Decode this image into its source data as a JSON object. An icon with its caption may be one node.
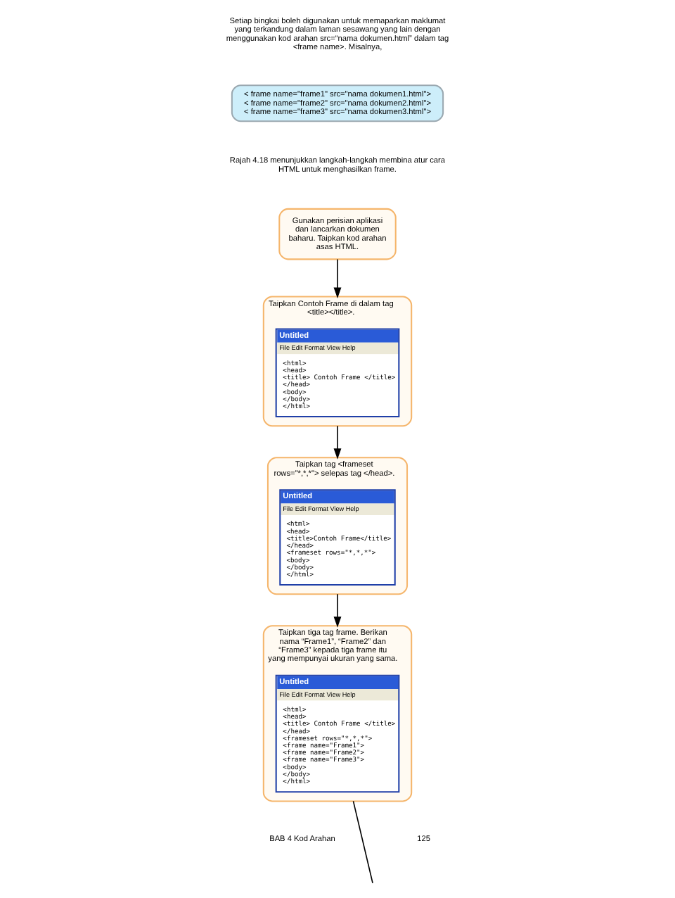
{
  "diagram": {
    "nodes": [
      {
        "text": [
          "< frame name=\"frame1\" src=\"nama dokumen1.html\">",
          "< frame name=\"frame2\" src=\"nama dokumen2.html\">",
          "< frame name=\"frame3\" src=\"nama dokumen3.html\">"
        ]
      },
      {
        "text": [
          "Gunakan perisian aplikasi dan lancarkan dokumen baharu. Taipkan kod arahan asas HTML."
        ]
      },
      {
        "text": [
          "Taipkan Contoh Frame di dalam tag <title></title>."
        ]
      },
      {
        "text": [
          "Untitled",
          "File Edit Format View Help",
          "<html>",
          "<head>",
          "<title> Contoh Frame </title>",
          "</head>",
          "<body>",
          "</body>",
          "</html>"
        ],
        "in": 2
      },
      {
        "text": [
          "Taipkan tag <frameset rows=\"*,*,*\"> selepas tag </head>."
        ]
      },
      {
        "text": [
          "Untitled",
          "File Edit Format View Help",
          "<html>",
          "<head>",
          "<title>Contoh Frame</title>",
          "</head>",
          "<frameset rows=\"*,*,*\">",
          "<body>",
          "</body>",
          "</html>"
        ],
        "in": 4
      },
      {
        "text": [
          "Taipkan tiga tag frame. Berikan nama “Frame1”, “Frame2” dan “Frame3” kepada tiga frame itu yang mempunyai ukuran yang sama."
        ]
      },
      {
        "text": [
          "Untitled",
          "File Edit Format View Help",
          "<html>",
          "<head>",
          "<title> Contoh Frame </title>",
          "</head>",
          "<frameset rows=\"*,*,*\">",
          "<frame name=\"Frame1\">",
          "<frame name=\"Frame2\">",
          "<frame name=\"Frame3\">",
          "<body>",
          "</body>",
          "</html>"
        ],
        "in": 6
      }
    ],
    "edges": [
      {
        "from": 1,
        "to": 2,
        "arrow": "to"
      },
      {
        "from": 2,
        "to": 4,
        "arrow": "to"
      },
      {
        "from": 4,
        "to": 6,
        "arrow": "to"
      },
      {
        "from": 6,
        "to": null,
        "arrow": "none"
      }
    ],
    "labels": [
      "Setiap bingkai boleh digunakan untuk memaparkan maklumat yang terkandung dalam laman sesawang yang lain dengan menggunakan kod arahan src=“nama dokumen.html” dalam tag <frame name>. Misalnya,",
      "Rajah 4.18 menunjukkan langkah-langkah membina atur cara HTML untuk menghasilkan frame.",
      "BAB 4 Kod Arahan",
      "125"
    ]
  }
}
